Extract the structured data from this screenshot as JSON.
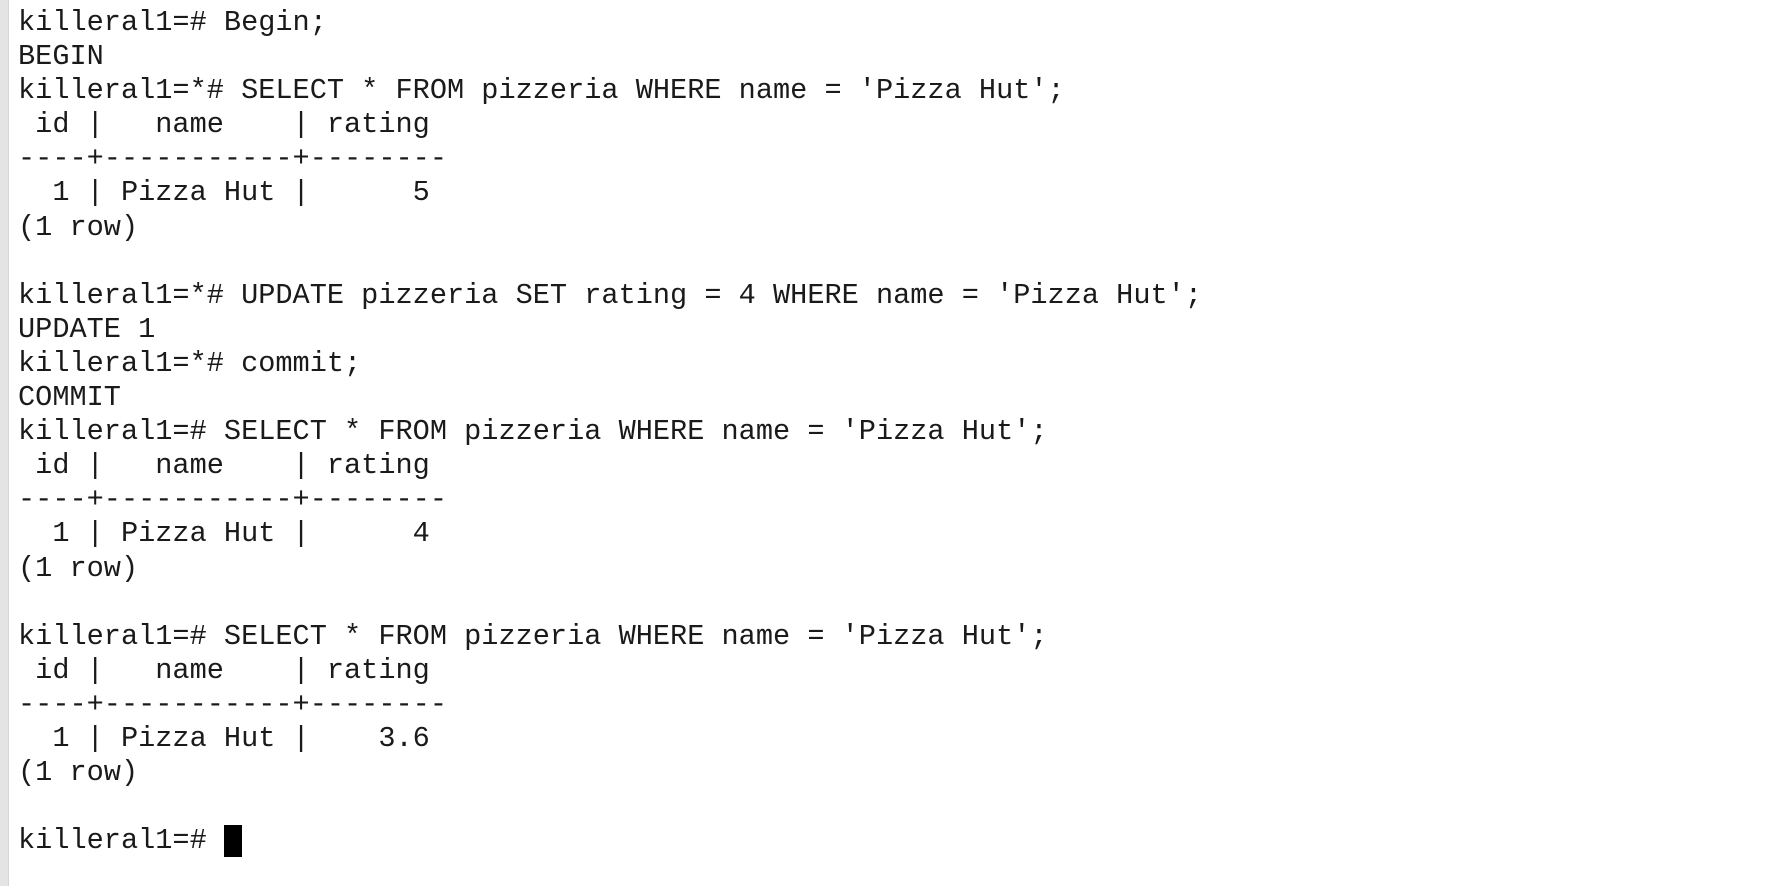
{
  "terminal": {
    "lines": [
      "killeral1=# Begin;",
      "BEGIN",
      "killeral1=*# SELECT * FROM pizzeria WHERE name = 'Pizza Hut';",
      " id |   name    | rating",
      "----+-----------+--------",
      "  1 | Pizza Hut |      5",
      "(1 row)",
      "",
      "killeral1=*# UPDATE pizzeria SET rating = 4 WHERE name = 'Pizza Hut';",
      "UPDATE 1",
      "killeral1=*# commit;",
      "COMMIT",
      "killeral1=# SELECT * FROM pizzeria WHERE name = 'Pizza Hut';",
      " id |   name    | rating",
      "----+-----------+--------",
      "  1 | Pizza Hut |      4",
      "(1 row)",
      "",
      "killeral1=# SELECT * FROM pizzeria WHERE name = 'Pizza Hut';",
      " id |   name    | rating",
      "----+-----------+--------",
      "  1 | Pizza Hut |    3.6",
      "(1 row)",
      ""
    ],
    "prompt": "killeral1=# "
  }
}
